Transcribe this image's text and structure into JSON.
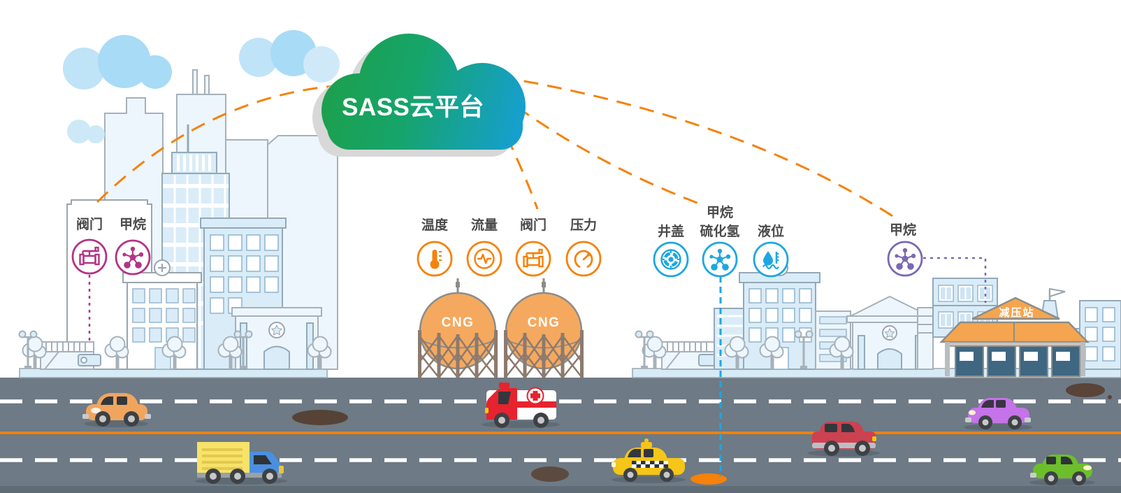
{
  "cloud": {
    "label": "SASS云平台"
  },
  "sensor_groups": [
    {
      "name": "building-sensors",
      "color": "#b23487",
      "items": [
        {
          "icon": "valve",
          "label": "阀门"
        },
        {
          "icon": "molecule",
          "label": "甲烷"
        }
      ]
    },
    {
      "name": "cng-station-sensors",
      "color": "#f5820a",
      "items": [
        {
          "icon": "thermometer",
          "label": "温度"
        },
        {
          "icon": "flow",
          "label": "流量"
        },
        {
          "icon": "valve",
          "label": "阀门"
        },
        {
          "icon": "pressure",
          "label": "压力"
        }
      ]
    },
    {
      "name": "pipeline-sensors",
      "color": "#1da7e0",
      "items": [
        {
          "icon": "manhole",
          "label": "井盖"
        },
        {
          "icon": "molecule",
          "label": "甲烷",
          "label2": "硫化氢"
        },
        {
          "icon": "level",
          "label": "液位"
        }
      ]
    },
    {
      "name": "methane-sensor",
      "color": "#7a68b5",
      "items": [
        {
          "icon": "molecule",
          "label": "甲烷"
        }
      ]
    }
  ],
  "tanks": {
    "label": "CNG"
  },
  "station": {
    "label": "减压站"
  },
  "palette": {
    "cloud_gradient_start": "#1ca04d",
    "cloud_gradient_end": "#169fd8",
    "connection_orange": "#f5820a",
    "magenta": "#b23487",
    "blue": "#1da7e0",
    "purple": "#7a68b5",
    "road_gray": "#6e7a85",
    "building_fill": "#d9ecf8",
    "building_outline": "#9aa5ad",
    "tank_orange": "#f5a95f",
    "station_roof_orange": "#f5a54f"
  }
}
